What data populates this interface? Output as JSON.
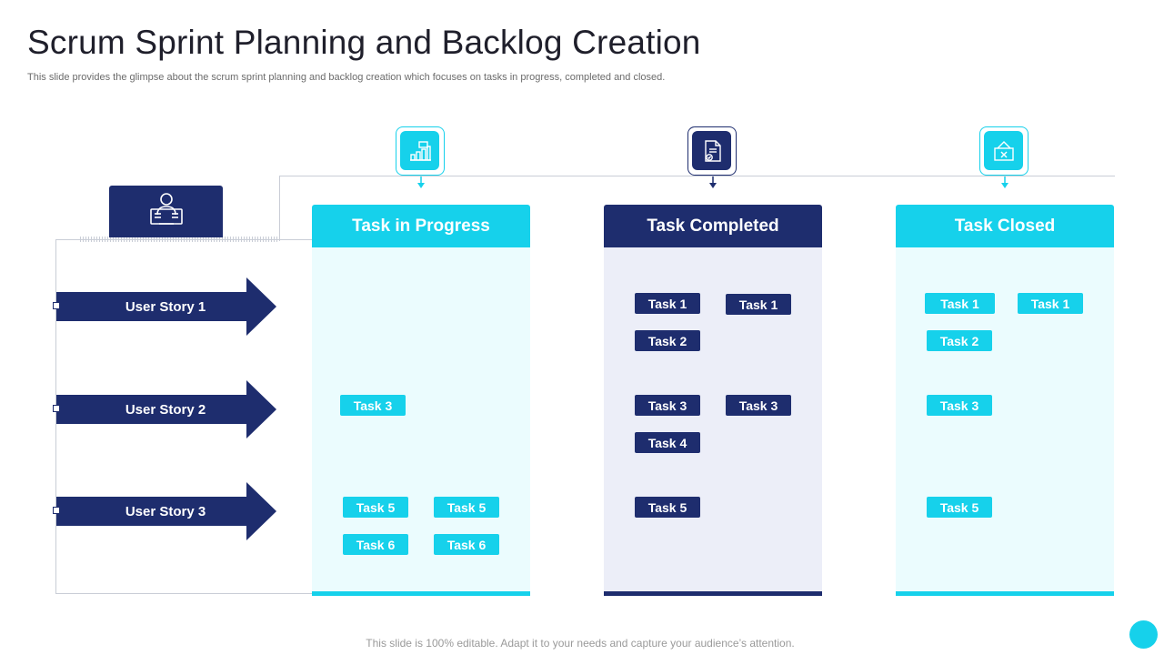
{
  "slide": {
    "title": "Scrum Sprint Planning and Backlog Creation",
    "subtitle": "This slide provides the glimpse about the scrum sprint planning and backlog creation which focuses on tasks in progress, completed and closed.",
    "footer": "This slide is 100% editable. Adapt it to your needs and capture your audience’s attention."
  },
  "colors": {
    "navy": "#1e2d6e",
    "cyan": "#16d1eb",
    "cyan_bg": "#ebfcfe",
    "navy_bg": "#eceef8"
  },
  "user_stories": [
    "User Story 1",
    "User Story 2",
    "User Story 3"
  ],
  "columns": [
    {
      "title": "Task in Progress",
      "icon": "growth-chart-icon",
      "theme": "cyan",
      "tasks": [
        {
          "label": "Task 3",
          "story": 2,
          "slot": 1
        },
        {
          "label": "Task 5",
          "story": 3,
          "slot": 1
        },
        {
          "label": "Task 5",
          "story": 3,
          "slot": 2
        },
        {
          "label": "Task 6",
          "story": 3,
          "slot": 3
        },
        {
          "label": "Task 6",
          "story": 3,
          "slot": 4
        }
      ]
    },
    {
      "title": "Task Completed",
      "icon": "document-check-icon",
      "theme": "navy",
      "tasks": [
        {
          "label": "Task 1",
          "story": 1,
          "slot": 1
        },
        {
          "label": "Task 1",
          "story": 1,
          "slot": 2
        },
        {
          "label": "Task 2",
          "story": 1,
          "slot": 3
        },
        {
          "label": "Task 3",
          "story": 2,
          "slot": 1
        },
        {
          "label": "Task 3",
          "story": 2,
          "slot": 2
        },
        {
          "label": "Task 4",
          "story": 2,
          "slot": 3
        },
        {
          "label": "Task 5",
          "story": 3,
          "slot": 1
        }
      ]
    },
    {
      "title": "Task Closed",
      "icon": "closed-sign-icon",
      "theme": "cyan",
      "tasks": [
        {
          "label": "Task 1",
          "story": 1,
          "slot": 1
        },
        {
          "label": "Task 1",
          "story": 1,
          "slot": 2
        },
        {
          "label": "Task 2",
          "story": 1,
          "slot": 3
        },
        {
          "label": "Task 3",
          "story": 2,
          "slot": 1
        },
        {
          "label": "Task 5",
          "story": 3,
          "slot": 1
        }
      ]
    }
  ]
}
